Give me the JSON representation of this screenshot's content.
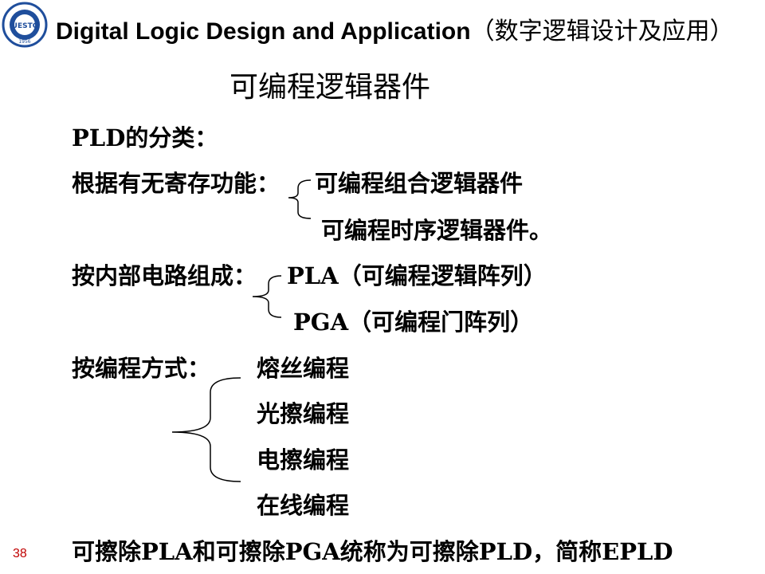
{
  "header": {
    "title_en": "Digital Logic Design and Application",
    "title_cn": "（数字逻辑设计及应用）"
  },
  "logo": {
    "name": "university-seal",
    "year": "1956"
  },
  "slide": {
    "title": "可编程逻辑器件",
    "pld_heading": "PLD的分类：",
    "group1": {
      "label": "根据有无寄存功能：",
      "items": [
        "可编程组合逻辑器件",
        "可编程时序逻辑器件。"
      ]
    },
    "group2": {
      "label": "按内部电路组成：",
      "items": [
        "PLA（可编程逻辑阵列）",
        "PGA（可编程门阵列）"
      ]
    },
    "group3": {
      "label": "按编程方式：",
      "items": [
        "熔丝编程",
        "光擦编程",
        "电擦编程",
        "在线编程"
      ]
    },
    "footer_note": "可擦除PLA和可擦除PGA统称为可擦除PLD，简称EPLD"
  },
  "page_number": "38",
  "colors": {
    "page_number": "#c00000",
    "logo_blue": "#1f4e9c"
  }
}
